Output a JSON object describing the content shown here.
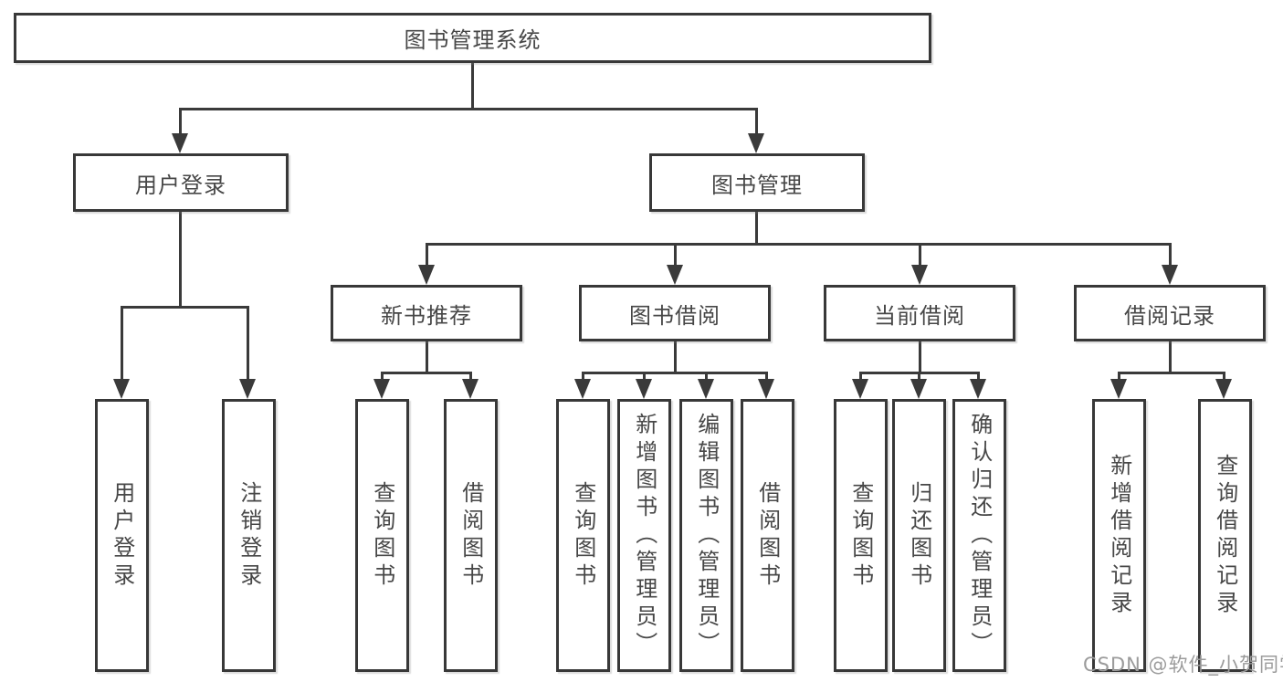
{
  "diagram": {
    "root": "图书管理系统",
    "level2": {
      "user_login": "用户登录",
      "book_management": "图书管理"
    },
    "level3": {
      "new_book_recommend": "新书推荐",
      "book_borrow": "图书借阅",
      "current_borrow": "当前借阅",
      "borrow_records": "借阅记录"
    },
    "leaves": {
      "user_login_leaf": "用户登录",
      "logout": "注销登录",
      "newbook_query": "查询图书",
      "newbook_borrow": "借阅图书",
      "borrow_query": "查询图书",
      "borrow_add_admin": "新增图书（管理员）",
      "borrow_edit_admin": "编辑图书（管理员）",
      "borrow_borrow": "借阅图书",
      "current_query": "查询图书",
      "current_return": "归还图书",
      "current_confirm_admin": "确认归还（管理员）",
      "records_add": "新增借阅记录",
      "records_query": "查询借阅记录"
    }
  },
  "watermark": {
    "text": "CSDN @软件_小贺同学"
  },
  "colors": {
    "line": "#3a3a3a",
    "border": "#383838",
    "text": "#474747",
    "watermark": "#9b9b9b",
    "background": "#ffffff"
  }
}
